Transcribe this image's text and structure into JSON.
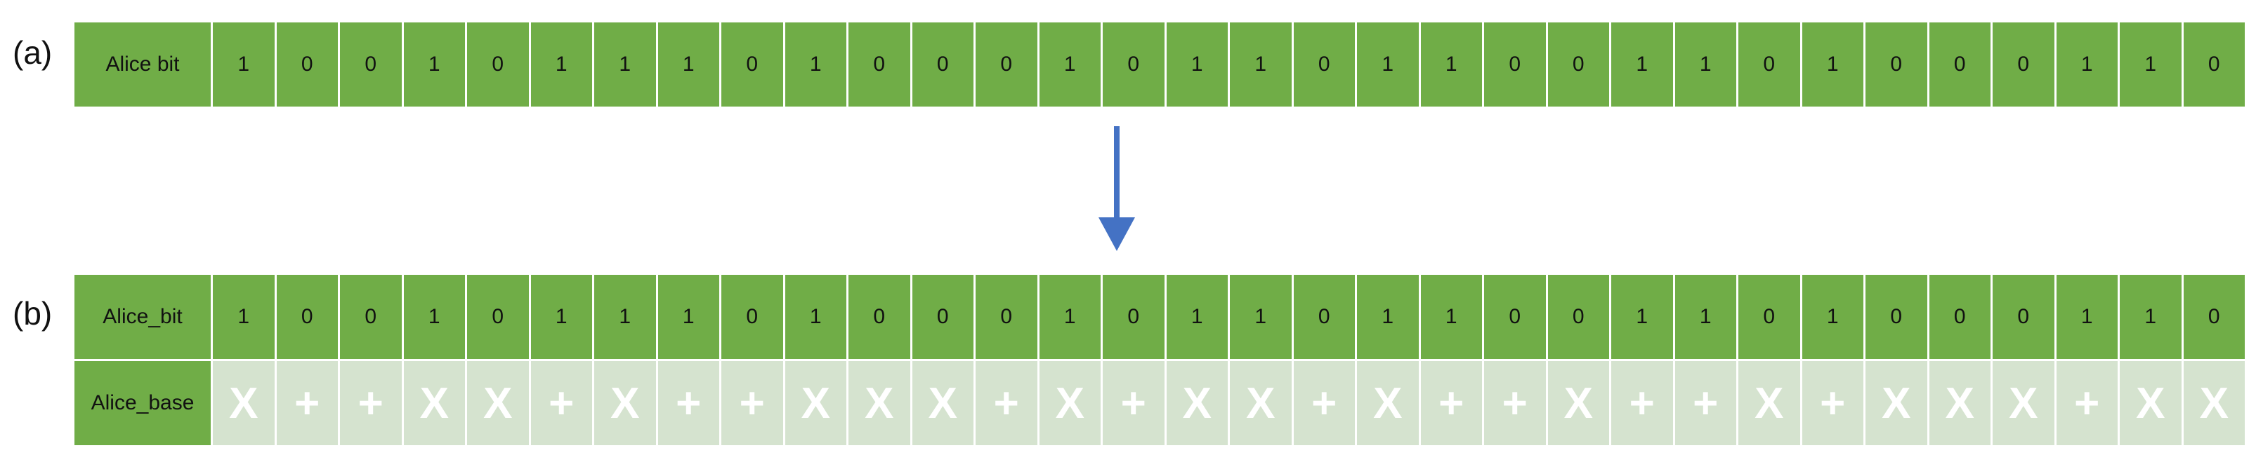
{
  "panel_a": {
    "label": "(a)",
    "row_header": "Alice bit",
    "bits": [
      "1",
      "0",
      "0",
      "1",
      "0",
      "1",
      "1",
      "1",
      "0",
      "1",
      "0",
      "0",
      "0",
      "1",
      "0",
      "1",
      "1",
      "0",
      "1",
      "1",
      "0",
      "0",
      "1",
      "1",
      "0",
      "1",
      "0",
      "0",
      "0",
      "1",
      "1",
      "0"
    ]
  },
  "panel_b": {
    "label": "(b)",
    "bit_row_header": "Alice_bit",
    "base_row_header": "Alice_base",
    "bits": [
      "1",
      "0",
      "0",
      "1",
      "0",
      "1",
      "1",
      "1",
      "0",
      "1",
      "0",
      "0",
      "0",
      "1",
      "0",
      "1",
      "1",
      "0",
      "1",
      "1",
      "0",
      "0",
      "1",
      "1",
      "0",
      "1",
      "0",
      "0",
      "0",
      "1",
      "1",
      "0"
    ],
    "bases": [
      "X",
      "+",
      "+",
      "X",
      "X",
      "+",
      "X",
      "+",
      "+",
      "X",
      "X",
      "X",
      "+",
      "X",
      "+",
      "X",
      "X",
      "+",
      "X",
      "+",
      "+",
      "X",
      "+",
      "+",
      "X",
      "+",
      "X",
      "X",
      "X",
      "+",
      "X",
      "X"
    ]
  },
  "colors": {
    "bit_cell": "#70ad47",
    "base_cell": "#d5e3cf",
    "arrow": "#4472c4"
  },
  "icons": {
    "arrow": "down-arrow-icon"
  }
}
